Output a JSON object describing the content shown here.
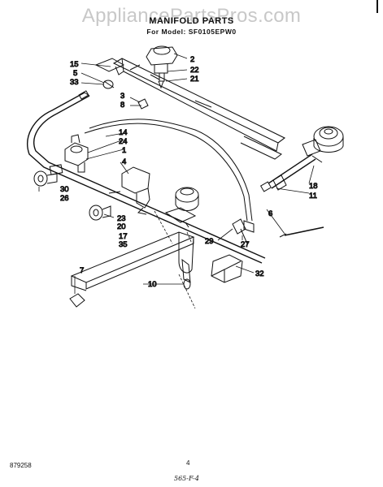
{
  "watermark": "AppliancePartsPros.com",
  "title": "MANIFOLD PARTS",
  "model_line": "For Model: SF0105EPW0",
  "footer": {
    "doc_number": "879258",
    "page_number": "4",
    "handwritten_note": "565-F-4"
  },
  "callouts": [
    "15",
    "5",
    "33",
    "2",
    "22",
    "21",
    "3",
    "8",
    "14",
    "24",
    "1",
    "4",
    "30",
    "26",
    "23",
    "20",
    "18",
    "11",
    "6",
    "17",
    "35",
    "29",
    "27",
    "7",
    "32",
    "10"
  ]
}
